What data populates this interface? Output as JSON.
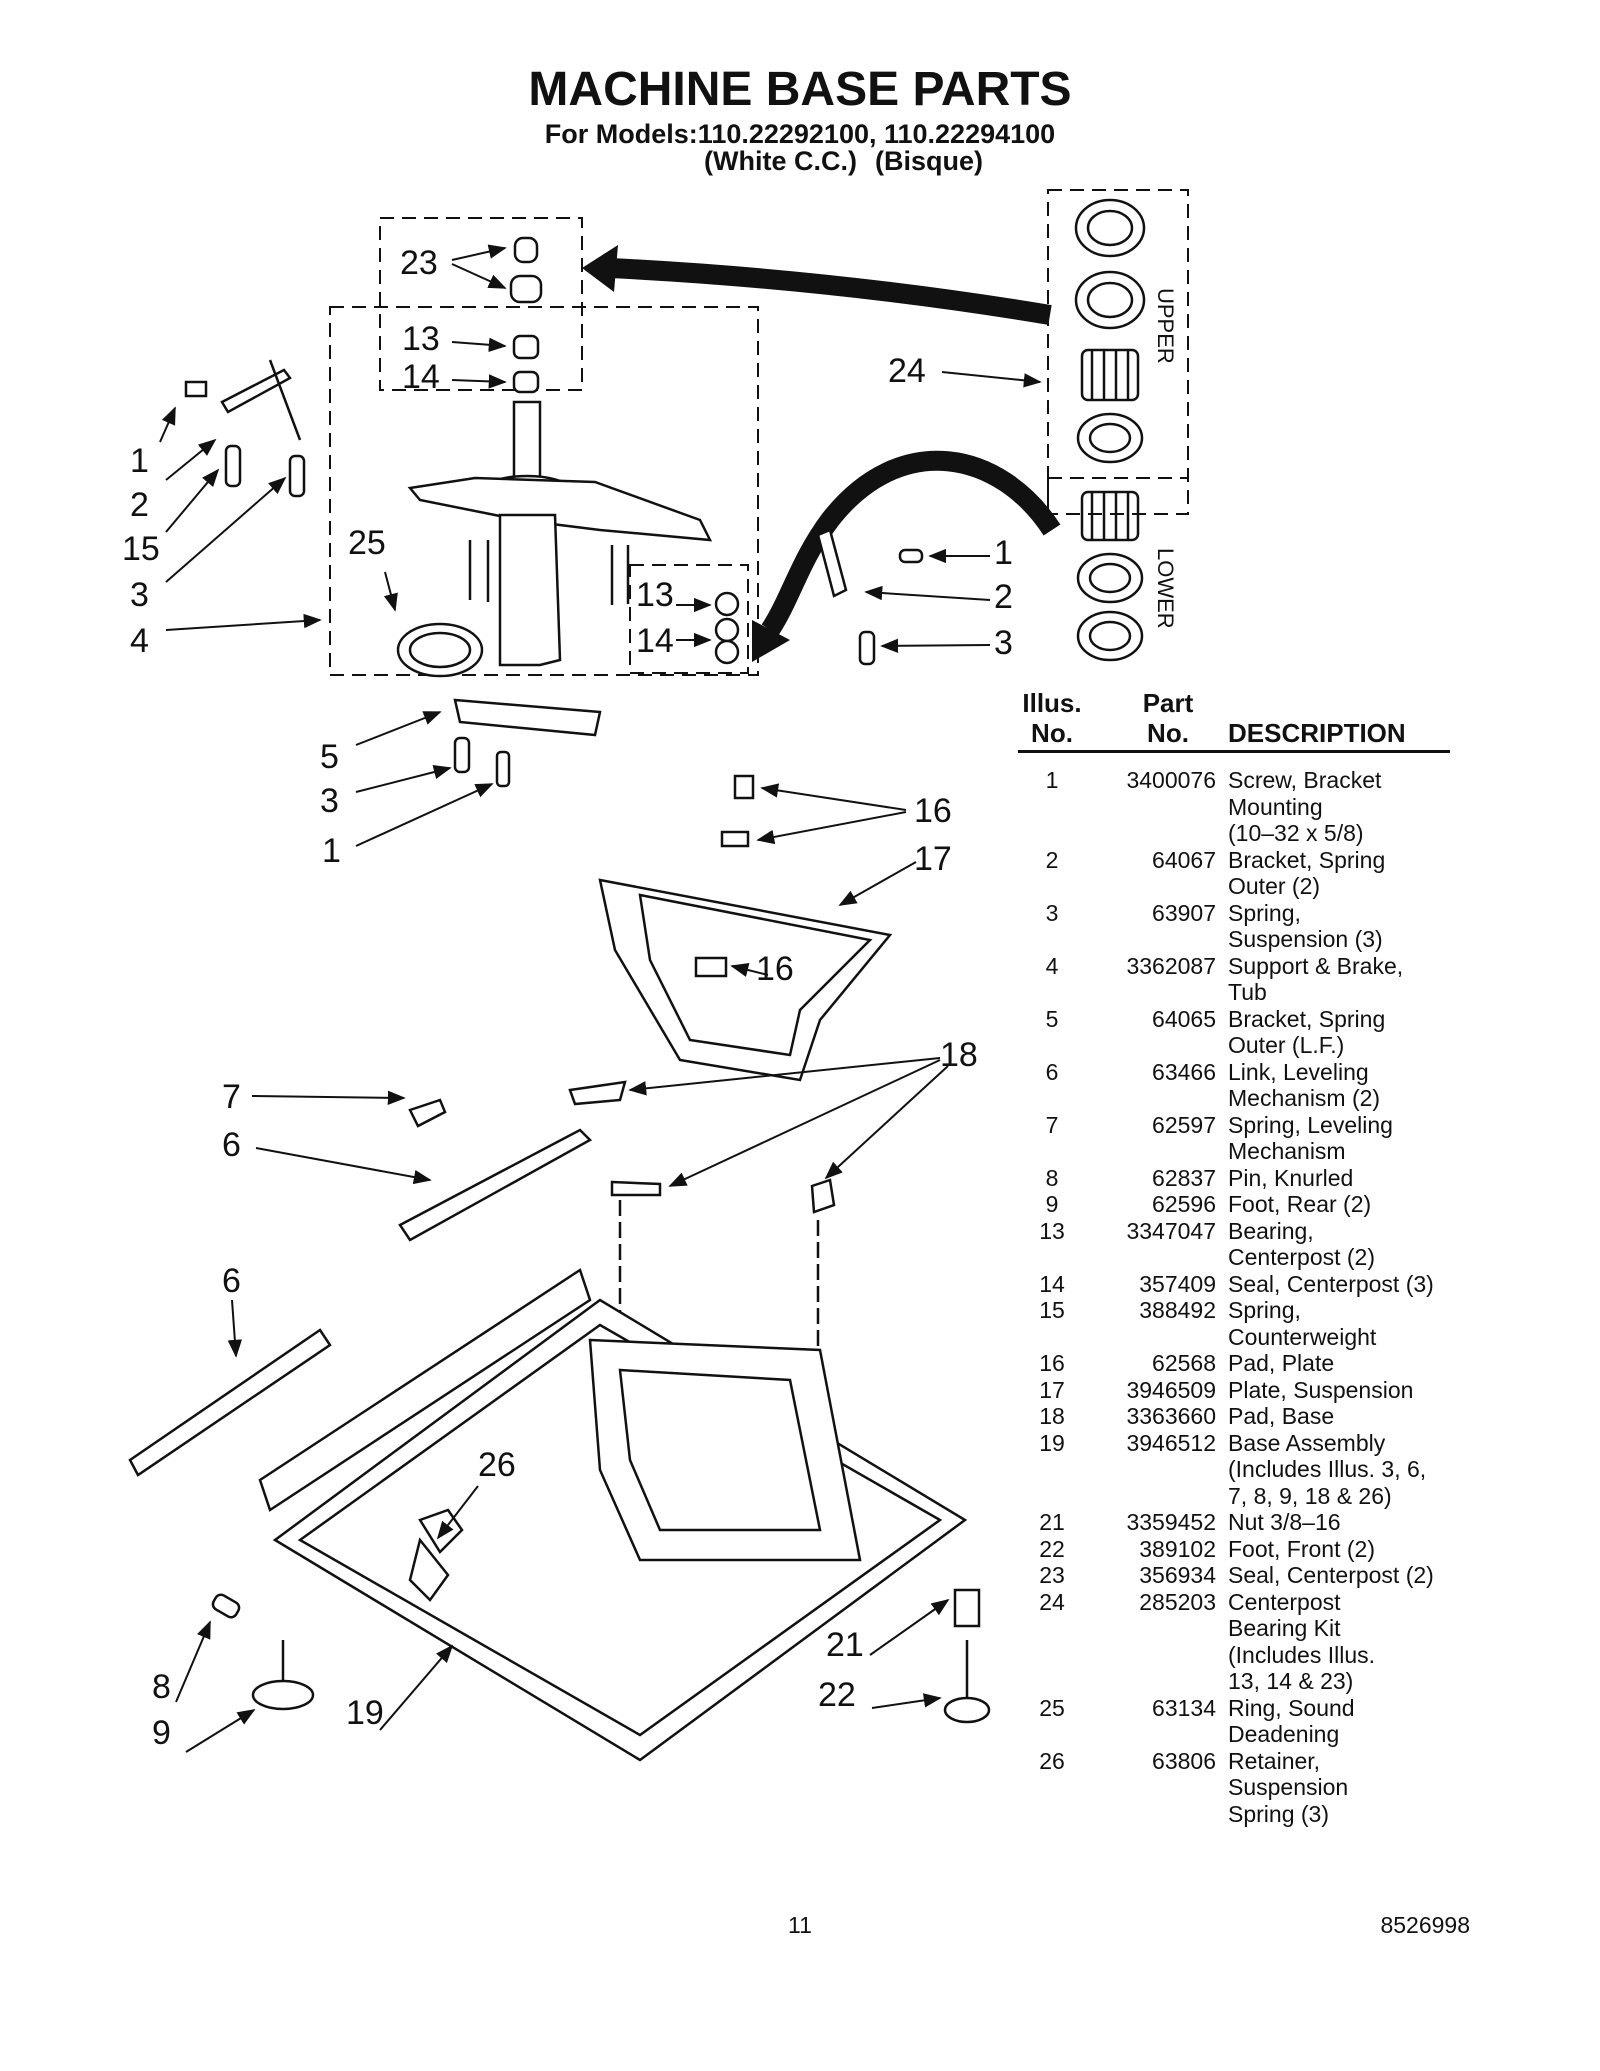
{
  "header": {
    "title": "MACHINE BASE PARTS",
    "models_line": "For Models:110.22292100, 110.22294100",
    "variant_white": "(White C.C.)",
    "variant_bisque": "(Bisque)"
  },
  "kit_labels": {
    "upper": "UPPER",
    "lower": "LOWER"
  },
  "callouts": {
    "c23": "23",
    "c13a": "13",
    "c14a": "14",
    "c24": "24",
    "c1a": "1",
    "c2a": "2",
    "c15": "15",
    "c3a": "3",
    "c4": "4",
    "c25": "25",
    "c13b": "13",
    "c14b": "14",
    "c1b": "1",
    "c2b": "2",
    "c3b": "3",
    "c5": "5",
    "c3c": "3",
    "c1c": "1",
    "c16a": "16",
    "c17": "17",
    "c16b": "16",
    "c18": "18",
    "c7": "7",
    "c6a": "6",
    "c6b": "6",
    "c26": "26",
    "c8": "8",
    "c9": "9",
    "c19": "19",
    "c21": "21",
    "c22": "22"
  },
  "parts_table": {
    "col_illus": "Illus.\nNo.",
    "col_part": "Part\nNo.",
    "col_desc": "DESCRIPTION",
    "rows": [
      {
        "illus": "1",
        "part": "3400076",
        "desc": "Screw, Bracket\nMounting\n(10–32 x 5/8)"
      },
      {
        "illus": "2",
        "part": "64067",
        "desc": "Bracket, Spring\nOuter (2)"
      },
      {
        "illus": "3",
        "part": "63907",
        "desc": "Spring,\nSuspension (3)"
      },
      {
        "illus": "4",
        "part": "3362087",
        "desc": "Support & Brake,\nTub"
      },
      {
        "illus": "5",
        "part": "64065",
        "desc": "Bracket, Spring\nOuter (L.F.)"
      },
      {
        "illus": "6",
        "part": "63466",
        "desc": "Link, Leveling\nMechanism (2)"
      },
      {
        "illus": "7",
        "part": "62597",
        "desc": "Spring, Leveling\nMechanism"
      },
      {
        "illus": "8",
        "part": "62837",
        "desc": "Pin, Knurled"
      },
      {
        "illus": "9",
        "part": "62596",
        "desc": "Foot, Rear (2)"
      },
      {
        "illus": "13",
        "part": "3347047",
        "desc": "Bearing,\nCenterpost (2)"
      },
      {
        "illus": "14",
        "part": "357409",
        "desc": "Seal, Centerpost (3)"
      },
      {
        "illus": "15",
        "part": "388492",
        "desc": "Spring,\nCounterweight"
      },
      {
        "illus": "16",
        "part": "62568",
        "desc": "Pad, Plate"
      },
      {
        "illus": "17",
        "part": "3946509",
        "desc": "Plate, Suspension"
      },
      {
        "illus": "18",
        "part": "3363660",
        "desc": "Pad, Base"
      },
      {
        "illus": "19",
        "part": "3946512",
        "desc": "Base Assembly\n(Includes Illus. 3, 6,\n7, 8, 9, 18 & 26)"
      },
      {
        "illus": "21",
        "part": "3359452",
        "desc": "Nut 3/8–16"
      },
      {
        "illus": "22",
        "part": "389102",
        "desc": "Foot, Front (2)"
      },
      {
        "illus": "23",
        "part": "356934",
        "desc": "Seal, Centerpost (2)"
      },
      {
        "illus": "24",
        "part": "285203",
        "desc": "Centerpost\nBearing Kit\n(Includes Illus.\n13, 14 & 23)"
      },
      {
        "illus": "25",
        "part": "63134",
        "desc": "Ring, Sound\nDeadening"
      },
      {
        "illus": "26",
        "part": "63806",
        "desc": "Retainer,\nSuspension\nSpring (3)"
      }
    ]
  },
  "footer": {
    "page_number": "11",
    "doc_number": "8526998"
  }
}
